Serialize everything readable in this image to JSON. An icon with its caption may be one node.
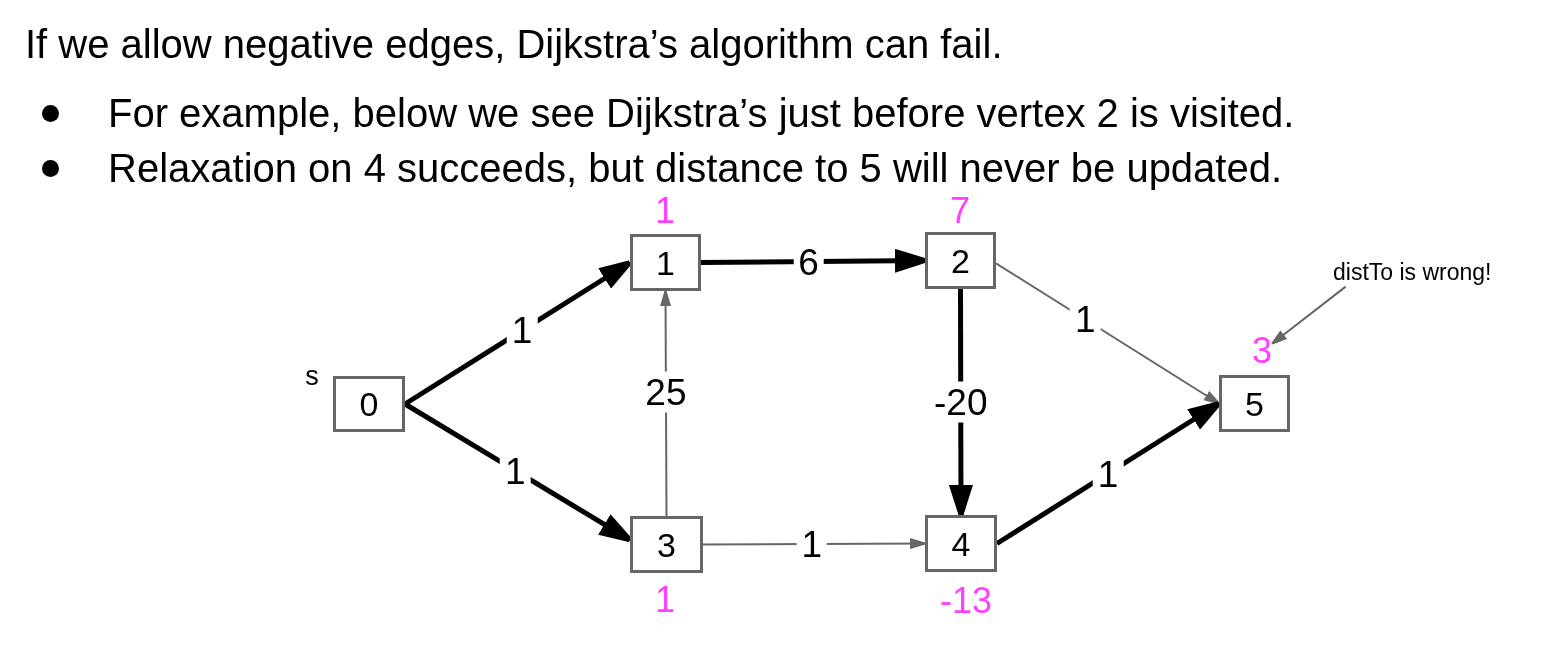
{
  "diagram": {
    "title": "If we allow negative edges, Dijkstra’s algorithm can fail.",
    "nodes": [
      {
        "text": [
          "0"
        ],
        "beside": [
          "s"
        ]
      },
      {
        "text": [
          "1"
        ],
        "beside": [
          "1"
        ]
      },
      {
        "text": [
          "2"
        ],
        "beside": [
          "7"
        ]
      },
      {
        "text": [
          "3"
        ],
        "beside": [
          "1"
        ]
      },
      {
        "text": [
          "4"
        ],
        "beside": [
          "-13"
        ]
      },
      {
        "text": [
          "5"
        ],
        "beside": [
          "3"
        ]
      },
      {
        "text": [
          "distTo is wrong!"
        ]
      }
    ],
    "edges": [
      {
        "from": 0,
        "to": 1,
        "arrow": "to",
        "label": "1"
      },
      {
        "from": 0,
        "to": 3,
        "arrow": "to",
        "label": "1"
      },
      {
        "from": 1,
        "to": 2,
        "arrow": "to",
        "label": "6"
      },
      {
        "from": 3,
        "to": 1,
        "arrow": "to",
        "label": "25",
        "color": "#666666"
      },
      {
        "from": 2,
        "to": 5,
        "arrow": "to",
        "label": "1",
        "color": "#666666"
      },
      {
        "from": 2,
        "to": 4,
        "arrow": "to",
        "label": "-20"
      },
      {
        "from": 3,
        "to": 4,
        "arrow": "to",
        "label": "1",
        "color": "#666666"
      },
      {
        "from": 4,
        "to": 5,
        "arrow": "to",
        "label": "1"
      },
      {
        "from": 6,
        "to": 5,
        "arrow": "to",
        "color": "#666666"
      }
    ],
    "labels": [
      "For example, below we see Dijkstra’s just before vertex 2 is visited.",
      "Relaxation on 4 succeeds, but distance to 5 will never be updated."
    ]
  }
}
